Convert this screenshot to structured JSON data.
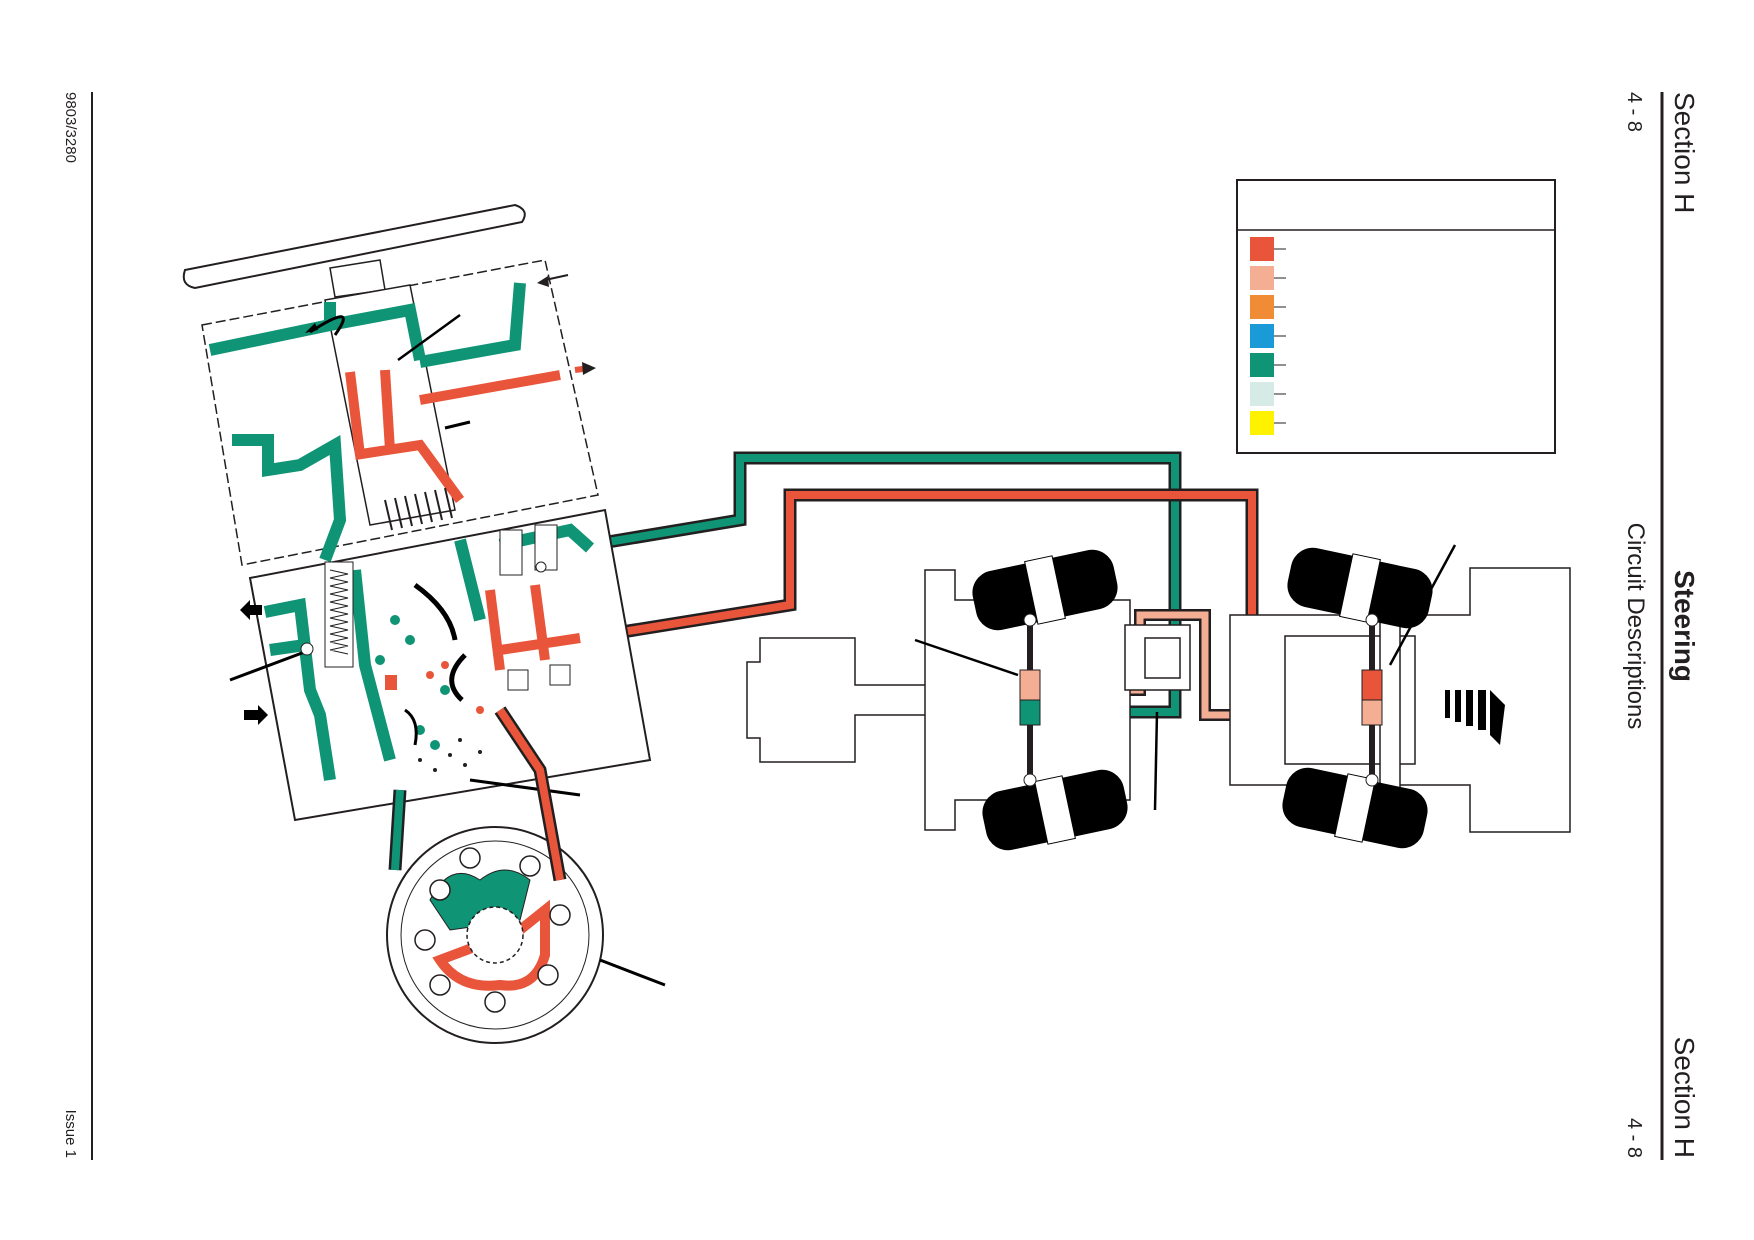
{
  "header": {
    "section_left": "Section H",
    "section_right": "Section H",
    "page_left": "4 - 8",
    "page_right": "4 - 8",
    "title": "Steering",
    "subtitle": "Circuit Descriptions"
  },
  "footer": {
    "doc_number": "9803/3280",
    "issue": "Issue 1"
  },
  "legend": {
    "colors": [
      "#e8553a",
      "#f4ae94",
      "#f08c35",
      "#1a9bd7",
      "#0f9475",
      "#d6ebe6",
      "#fff200"
    ]
  },
  "colors": {
    "pressure": "#e8553a",
    "exhaust": "#0f9475",
    "line": "#231f20"
  }
}
